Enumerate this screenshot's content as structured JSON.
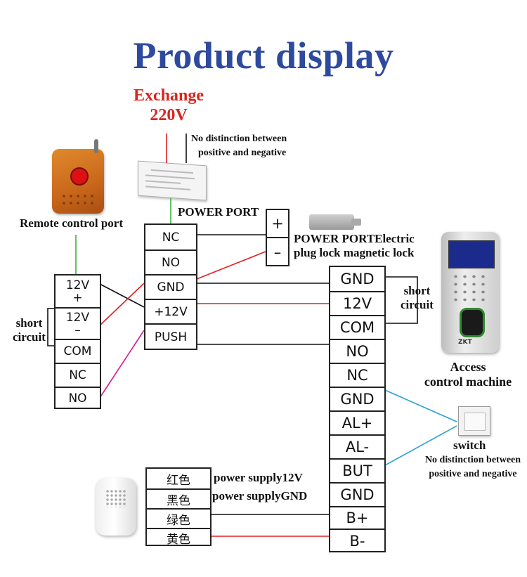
{
  "title": "Product display",
  "power_source": {
    "line1": "Exchange",
    "line2": "220V"
  },
  "psu_note": {
    "line1": "No distinction between",
    "line2": "positive and negative"
  },
  "labels": {
    "remote_port": "Remote control port",
    "power_port": "POWER PORT",
    "plus": "+",
    "minus": "–",
    "lock_line1": "POWER PORTElectric",
    "lock_line2": "plug lock magnetic lock",
    "short_circuit_left": {
      "line1": "short",
      "line2": "circuit"
    },
    "short_circuit_right": {
      "line1": "short",
      "line2": "circuit"
    },
    "access_machine": {
      "line1": "Access",
      "line2": "control machine"
    },
    "switch": "switch",
    "switch_note": {
      "line1": "No distinction between",
      "line2": "positive and negative"
    },
    "power_supply_12v": "power supply12V",
    "power_supply_gnd": "power supplyGND"
  },
  "remote_terminals": [
    {
      "line1": "12V",
      "line2": "+"
    },
    {
      "line1": "12V",
      "line2": "–"
    },
    {
      "label": "COM"
    },
    {
      "label": "NC"
    },
    {
      "label": "NO"
    }
  ],
  "psu_terminals": [
    "NC",
    "NO",
    "GND",
    "+12V",
    "PUSH"
  ],
  "controller_terminals": [
    "GND",
    "12V",
    "COM",
    "NO",
    "NC",
    "GND",
    "AL+",
    "AL-",
    "BUT",
    "GND",
    "B+",
    "B-"
  ],
  "doorbell_wires": [
    "红色",
    "黑色",
    "绿色",
    "黄色"
  ],
  "icons": [
    "remote-control-icon",
    "power-supply-icon",
    "electric-lock-icon",
    "access-control-machine-icon",
    "exit-switch-icon",
    "doorbell-icon"
  ],
  "colors": {
    "title": "#2e4a9e",
    "power": "#d9251d",
    "wire_red": "#e02020",
    "wire_green": "#3cb043",
    "wire_magenta": "#d81b8a",
    "wire_blue": "#2ba0d6",
    "wire_black": "#111111"
  }
}
